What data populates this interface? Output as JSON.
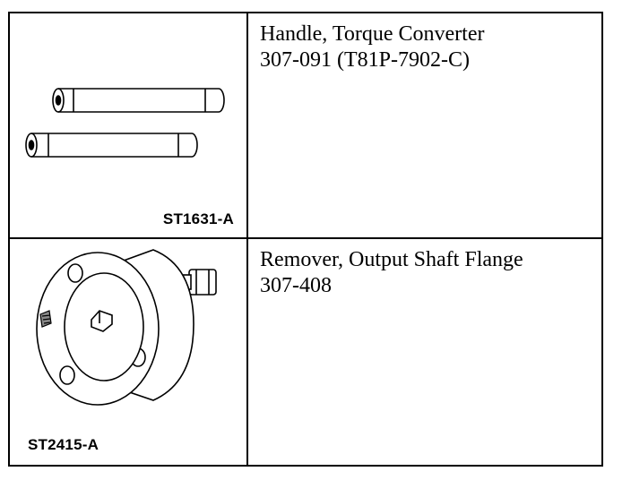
{
  "tools": [
    {
      "name": "Handle, Torque Converter",
      "number": "307-091 (T81P-7902-C)",
      "illustration_code": "ST1631-A",
      "icon": "torque-converter-handle-bars-icon"
    },
    {
      "name": "Remover, Output Shaft Flange",
      "number": "307-408",
      "illustration_code": "ST2415-A",
      "icon": "output-shaft-flange-remover-icon"
    }
  ]
}
